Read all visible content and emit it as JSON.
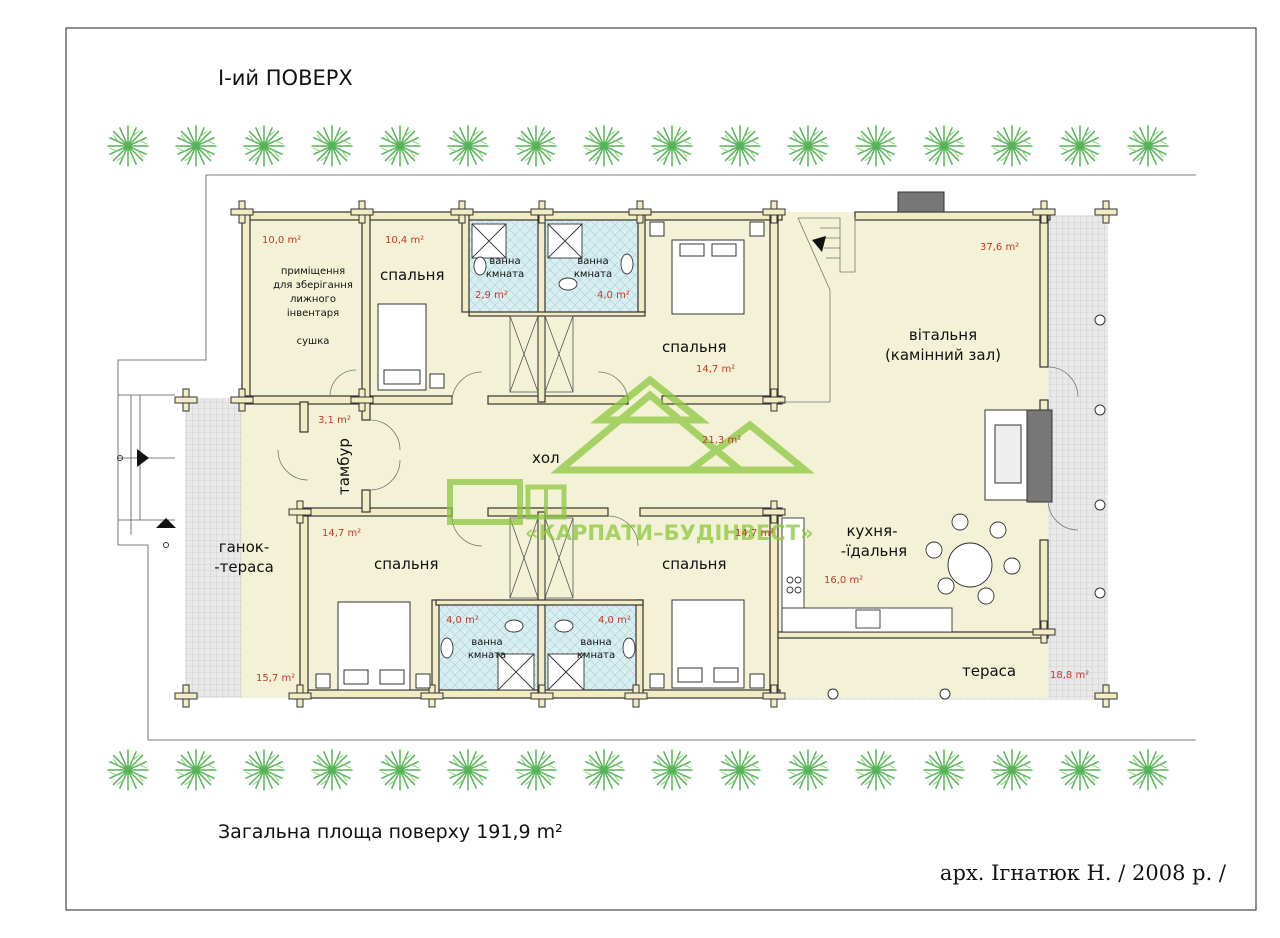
{
  "header": {
    "floor_title": "І-ий ПОВЕРХ"
  },
  "footer": {
    "total_area_label": "Загальна площа поверху  191,9 m²",
    "architect": "арх. Ігнатюк Н. / 2008 р. /"
  },
  "watermark": {
    "text": "«КАРПАТИ–БУДІНВЕСТ»"
  },
  "rooms": {
    "ski_storage": {
      "area": "10,0 m²",
      "name_lines": [
        "приміщення",
        "для зберігання",
        "лижного",
        "інвентаря"
      ],
      "extra": "сушка"
    },
    "bedroom_nw": {
      "area": "10,4 m²",
      "name": "спальня"
    },
    "bath_n1": {
      "name_lines": [
        "ванна",
        "кмната"
      ],
      "area": "2,9 m²"
    },
    "bath_n2": {
      "name_lines": [
        "ванна",
        "кмната"
      ],
      "area": "4,0 m²"
    },
    "bedroom_ne": {
      "name": "спальня",
      "area": "14,7 m²"
    },
    "living": {
      "area": "37,6 m²",
      "name_lines": [
        "вітальня",
        "(камінний зал)"
      ]
    },
    "vestibule": {
      "area": "3,1 m²",
      "name": "тамбур"
    },
    "hall": {
      "name": "хол",
      "area": "21,3 m²"
    },
    "bedroom_sw": {
      "area": "14,7 m²",
      "name": "спальня"
    },
    "bedroom_se": {
      "area": "14,7 m²",
      "name": "спальня"
    },
    "bath_s1": {
      "area": "4,0 m²",
      "name_lines": [
        "ванна",
        "кмната"
      ]
    },
    "bath_s2": {
      "area": "4,0 m²",
      "name_lines": [
        "ванна",
        "кмната"
      ]
    },
    "kitchen": {
      "name_lines": [
        "кухня-",
        "-їдальня"
      ],
      "area": "16,0 m²"
    },
    "porch": {
      "name_lines": [
        "ганок-",
        "-тераса"
      ],
      "area": "15,7 m²"
    },
    "terrace": {
      "name": "тераса",
      "area": "18,8 m²"
    }
  },
  "colors": {
    "floor": "#f4f2d6",
    "wall_fill": "#f2ecc4",
    "wall_stroke": "#333333",
    "bath_tile": "#d6ecef",
    "terrace_grid": "#c9c9c9",
    "area_text": "#c0392b",
    "watermark": "#8cc63f",
    "tree": "#5cb85c"
  },
  "icons": {
    "tree": "tree-icon",
    "entrance_arrow": "entrance-arrow-icon",
    "stairs_arrow": "stairs-arrow-icon"
  }
}
